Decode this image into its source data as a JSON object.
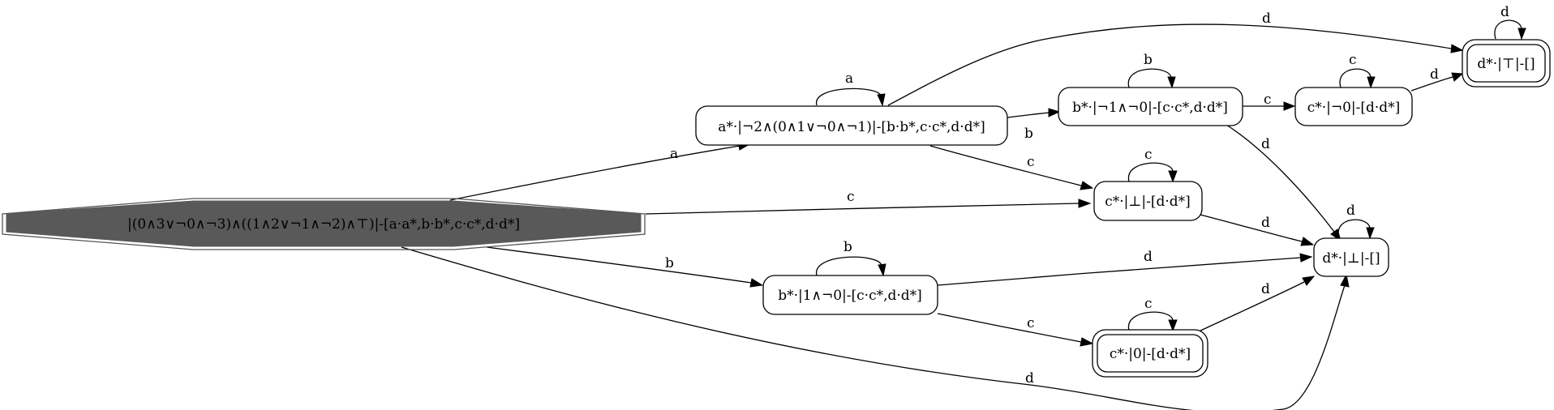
{
  "diagram": {
    "nodes": {
      "start": {
        "label": "|(0∧3∨¬0∧¬3)∧((1∧2∨¬1∧¬2)∧⊤)|-[a·a*,b·b*,c·c*,d·d*]",
        "fill": "#595959"
      },
      "a_state": {
        "label": "a*·|¬2∧(0∧1∨¬0∧¬1)|-[b·b*,c·c*,d·d*]"
      },
      "b_top": {
        "label": "b*·|¬1∧¬0|-[c·c*,d·d*]"
      },
      "c_top": {
        "label": "c*·|¬0|-[d·d*]"
      },
      "d_top": {
        "label": "d*·|⊤|-[]"
      },
      "c_mid": {
        "label": "c*·|⊥|-[d·d*]"
      },
      "d_bot": {
        "label": "d*·|⊥|-[]"
      },
      "b_bot": {
        "label": "b*·|1∧¬0|-[c·c*,d·d*]"
      },
      "c_bot": {
        "label": "c*·|0|-[d·d*]"
      }
    },
    "edges": {
      "start_a": "a",
      "start_c": "c",
      "start_b": "b",
      "start_d": "d",
      "a_loop": "a",
      "a_b": "b",
      "a_c": "c",
      "a_d": "d",
      "btop_loop": "b",
      "btop_c": "c",
      "btop_d": "d",
      "ctop_loop": "c",
      "ctop_d": "d",
      "dtop_loop": "d",
      "cmid_loop": "c",
      "cmid_d": "d",
      "dbot_loop": "d",
      "bbot_loop": "b",
      "bbot_d": "d",
      "bbot_c": "c",
      "cbot_loop": "c",
      "cbot_d": "d"
    }
  }
}
